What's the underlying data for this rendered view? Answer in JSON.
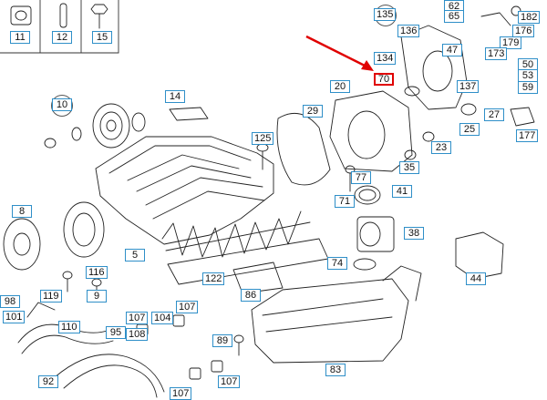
{
  "diagram": {
    "highlight_color": "#e00000",
    "label_border_color": "#2f8fc8",
    "callouts": [
      {
        "id": "11",
        "text": "11"
      },
      {
        "id": "12",
        "text": "12"
      },
      {
        "id": "15",
        "text": "15"
      },
      {
        "id": "135",
        "text": "135"
      },
      {
        "id": "62",
        "text": "62"
      },
      {
        "id": "65",
        "text": "65"
      },
      {
        "id": "182",
        "text": "182"
      },
      {
        "id": "176",
        "text": "176"
      },
      {
        "id": "179",
        "text": "179"
      },
      {
        "id": "47",
        "text": "47"
      },
      {
        "id": "173",
        "text": "173"
      },
      {
        "id": "136",
        "text": "136"
      },
      {
        "id": "134",
        "text": "134"
      },
      {
        "id": "70",
        "text": "70"
      },
      {
        "id": "50",
        "text": "50"
      },
      {
        "id": "53",
        "text": "53"
      },
      {
        "id": "59",
        "text": "59"
      },
      {
        "id": "137",
        "text": "137"
      },
      {
        "id": "20",
        "text": "20"
      },
      {
        "id": "14",
        "text": "14"
      },
      {
        "id": "10",
        "text": "10"
      },
      {
        "id": "29",
        "text": "29"
      },
      {
        "id": "27",
        "text": "27"
      },
      {
        "id": "25",
        "text": "25"
      },
      {
        "id": "177",
        "text": "177"
      },
      {
        "id": "125",
        "text": "125"
      },
      {
        "id": "23",
        "text": "23"
      },
      {
        "id": "35",
        "text": "35"
      },
      {
        "id": "77",
        "text": "77"
      },
      {
        "id": "41",
        "text": "41"
      },
      {
        "id": "71",
        "text": "71"
      },
      {
        "id": "38",
        "text": "38"
      },
      {
        "id": "8",
        "text": "8"
      },
      {
        "id": "5",
        "text": "5"
      },
      {
        "id": "74",
        "text": "74"
      },
      {
        "id": "44",
        "text": "44"
      },
      {
        "id": "116",
        "text": "116"
      },
      {
        "id": "122",
        "text": "122"
      },
      {
        "id": "86",
        "text": "86"
      },
      {
        "id": "98",
        "text": "98"
      },
      {
        "id": "119",
        "text": "119"
      },
      {
        "id": "9",
        "text": "9"
      },
      {
        "id": "107a",
        "text": "107"
      },
      {
        "id": "101",
        "text": "101"
      },
      {
        "id": "110",
        "text": "110"
      },
      {
        "id": "95",
        "text": "95"
      },
      {
        "id": "107b",
        "text": "107"
      },
      {
        "id": "104",
        "text": "104"
      },
      {
        "id": "108",
        "text": "108"
      },
      {
        "id": "89",
        "text": "89"
      },
      {
        "id": "92",
        "text": "92"
      },
      {
        "id": "107c",
        "text": "107"
      },
      {
        "id": "107d",
        "text": "107"
      },
      {
        "id": "83",
        "text": "83"
      }
    ]
  }
}
